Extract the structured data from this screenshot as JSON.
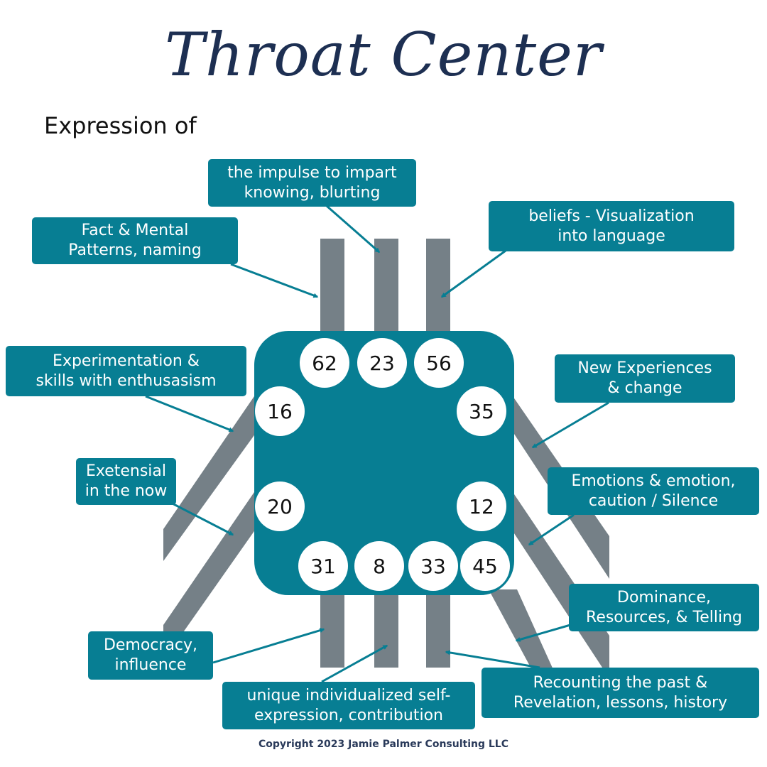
{
  "title": "Throat Center",
  "subtitle": "Expression of",
  "gates": [
    "62",
    "23",
    "56",
    "16",
    "35",
    "20",
    "12",
    "31",
    "8",
    "33",
    "45"
  ],
  "labels": {
    "impulse": "the impulse to impart\nknowing, blurting",
    "fact": "Fact & Mental\nPatterns, naming",
    "beliefs": "beliefs -   Visualization\ninto language",
    "experimentation": "Experimentation &\nskills with enthusasism",
    "new_experiences": "New Experiences\n& change",
    "exetensial": "Exetensial\nin the now",
    "emotions": "Emotions & emotion,\ncaution / Silence",
    "dominance": "Dominance,\nResources, & Telling",
    "democracy": "Democracy,\ninfluence",
    "recounting": "Recounting the past &\nRevelation, lessons, history",
    "unique": "unique individualized self-\nexpression, contribution"
  },
  "copyright": "Copyright 2023 Jamie Palmer Consulting LLC",
  "colors": {
    "teal": "#077e93",
    "channel_gray": "#758087",
    "title_navy": "#1d2f52",
    "gate_fill": "#ffffff"
  }
}
